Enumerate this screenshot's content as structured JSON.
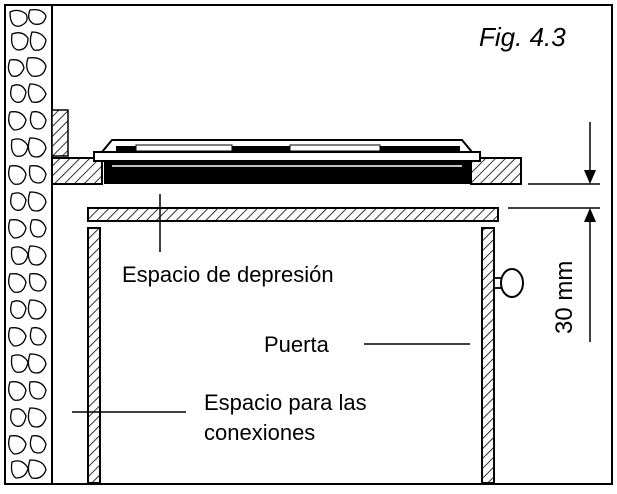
{
  "figure": {
    "number": "Fig. 4.3"
  },
  "labels": {
    "recess_space": "Espacio de depresión",
    "door": "Puerta",
    "connection_space_line1": "Espacio para las",
    "connection_space_line2": "conexiones"
  },
  "dimension": {
    "value": "30 mm"
  },
  "colors": {
    "ink": "#000000",
    "background": "#ffffff"
  }
}
